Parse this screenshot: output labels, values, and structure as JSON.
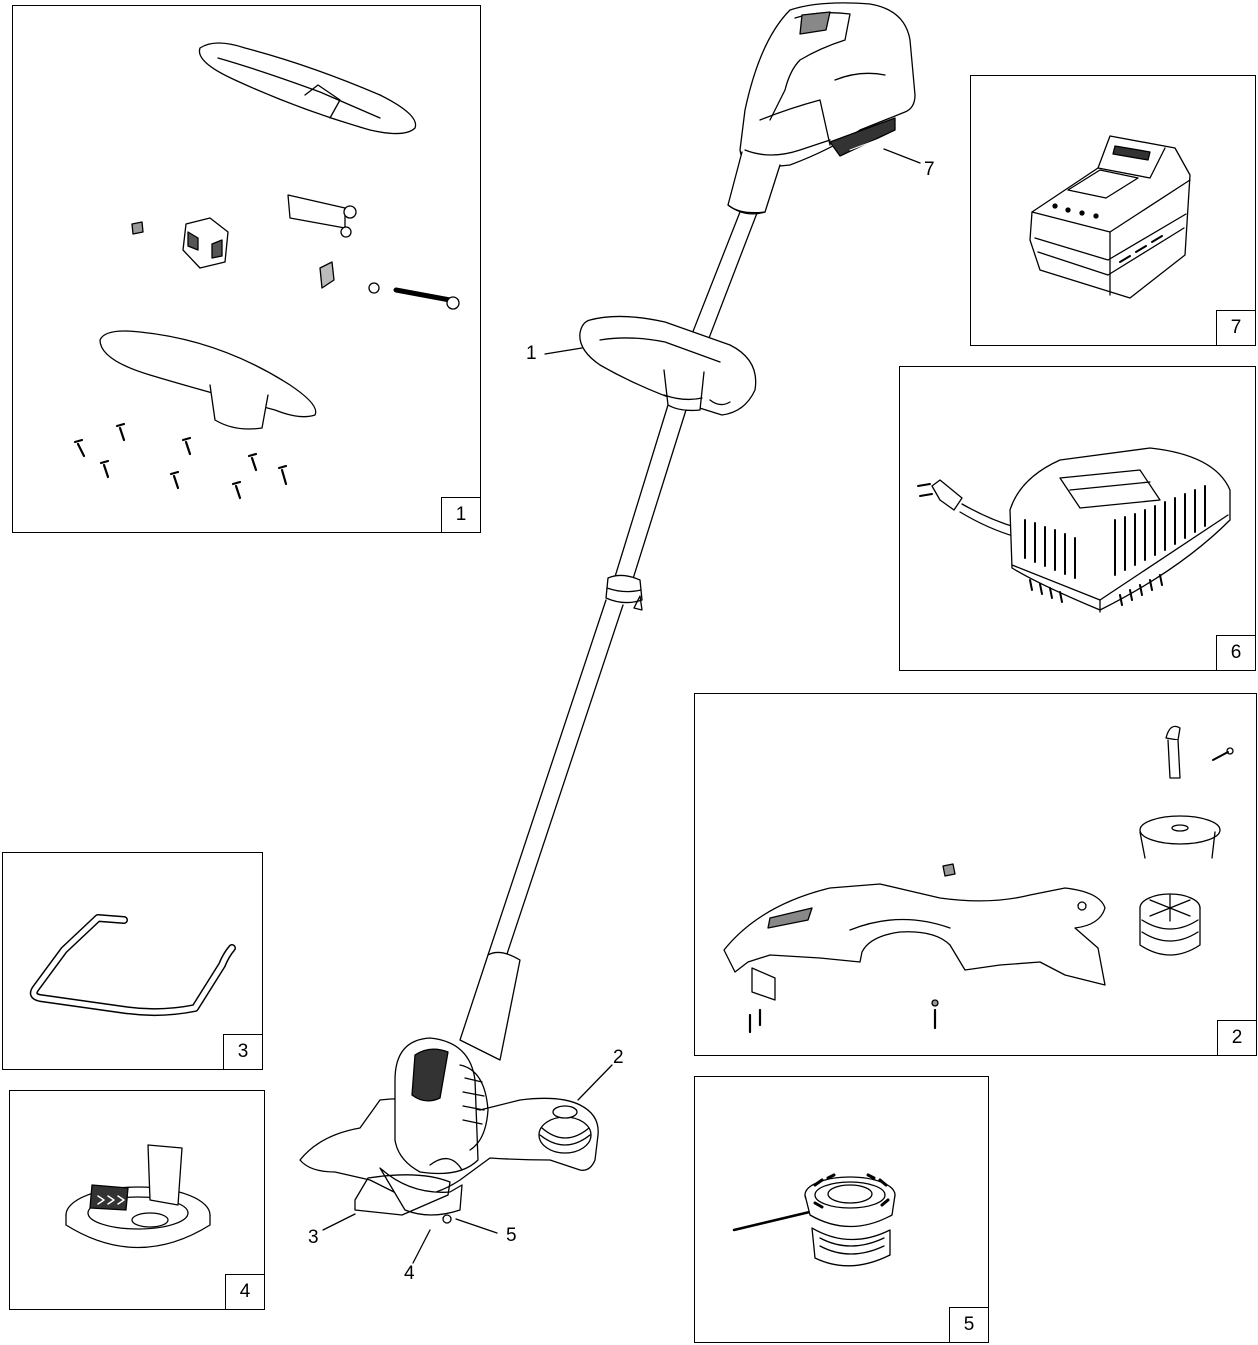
{
  "diagram": {
    "panel_labels": {
      "p1": "1",
      "p2": "2",
      "p3": "3",
      "p4": "4",
      "p5": "5",
      "p6": "6",
      "p7": "7"
    },
    "callouts": {
      "c1": "1",
      "c2": "2",
      "c3": "3",
      "c4": "4",
      "c5": "5",
      "c7": "7"
    }
  },
  "style": {
    "line_color": "#000000",
    "background": "#ffffff",
    "shade_color": "#d8d8d8"
  }
}
